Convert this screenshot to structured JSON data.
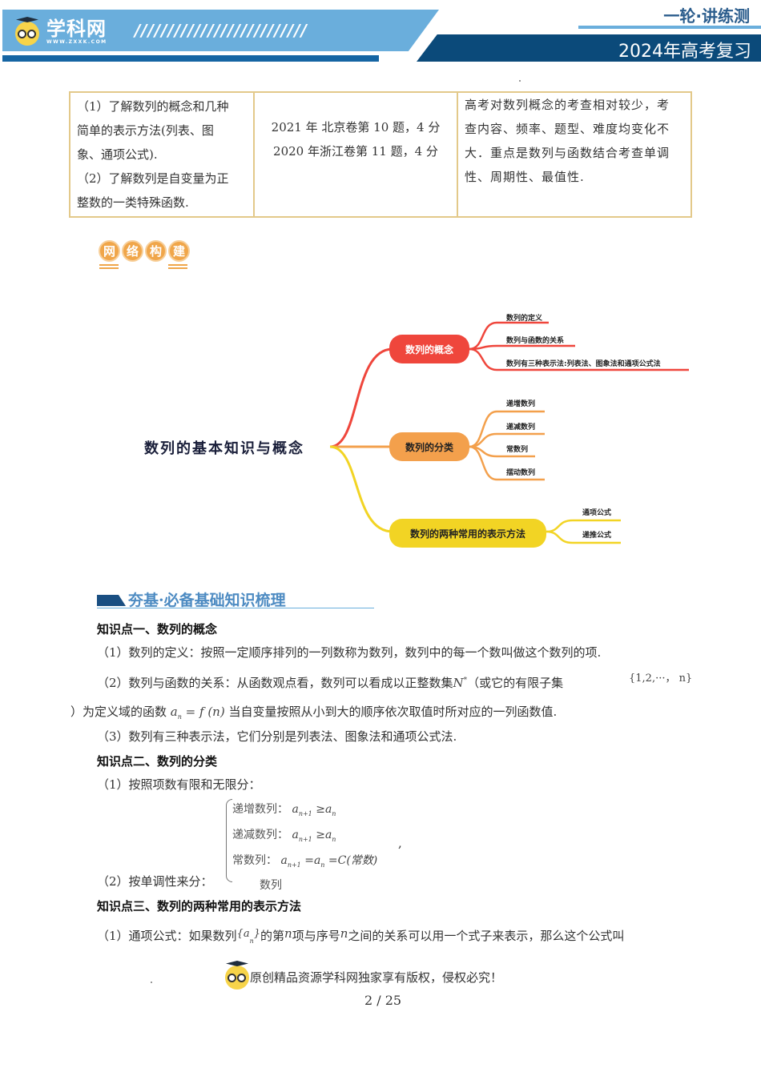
{
  "header": {
    "logo_text": "学科网",
    "logo_url": "WWW.ZXXK.COM",
    "slashes": "//////////////////////////",
    "series_title": "一轮·讲练测",
    "year_title": "2024年高考复习",
    "colors": {
      "light_blue": "#6aaedc",
      "dark_blue": "#0b4a7a"
    }
  },
  "exam_table": {
    "border_color": "#e3c98a",
    "col1_lines": [
      "（1）了解数列的概念和几种",
      "简单的表示方法(列表、图",
      "象、通项公式).",
      "（2）了解数列是自变量为正",
      "整数的一类特殊函数."
    ],
    "col2_lines": [
      "2021 年  北京卷第 10 题，4 分",
      "2020 年浙江卷第 11 题，4 分"
    ],
    "col3_lines": [
      "高考对数列概念的考查相对较少，考",
      "查内容、频率、题型、难度均变化不",
      "大．重点是数列与函数结合考查单调",
      "性、周期性、最值性."
    ]
  },
  "network_badge": {
    "chars": [
      "网",
      "络",
      "构",
      "建"
    ],
    "color": "#f0a64a"
  },
  "mindmap": {
    "root": "数列的基本知识与概念",
    "branches": [
      {
        "label": "数列的概念",
        "color": "#ef463c",
        "leaves": [
          "数列的定义",
          "数列与函数的关系",
          "数列有三种表示法:列表法、图象法和通项公式法"
        ]
      },
      {
        "label": "数列的分类",
        "color": "#f3a04c",
        "leaves": [
          "递增数列",
          "递减数列",
          "常数列",
          "摆动数列"
        ]
      },
      {
        "label": "数列的两种常用的表示方法",
        "color": "#f2d424",
        "leaves": [
          "通项公式",
          "递推公式"
        ]
      }
    ]
  },
  "section": {
    "title": "夯基·必备基础知识梳理"
  },
  "kp1": {
    "title": "知识点一、数列的概念",
    "p1": "（1）数列的定义：按照一定顺序排列的一列数称为数列，数列中的每一个数叫做这个数列的项.",
    "p2_a": "（2）数列与函数的关系：从函数观点看，数列可以看成以正整数集",
    "p2_N": "N",
    "p2_star": "*",
    "p2_b": "（或它的有限子集",
    "p2_set": "{1,2,···， n}",
    "p2_c": "）为定义域的函数",
    "p2_an": "a",
    "p2_n": "n",
    "p2_eq": " = f (n)",
    "p2_d": "当自变量按照从小到大的顺序依次取值时所对应的一列函数值.",
    "p3": "（3）数列有三种表示法，它们分别是列表法、图象法和通项公式法."
  },
  "kp2": {
    "title": "知识点二、数列的分类",
    "p1": "（1）按照项数有限和无限分：",
    "p2": "（2）按单调性来分：",
    "cases": [
      {
        "label": "递增数列：",
        "formula": "a",
        "sub1": "n+1",
        "rel": " ≥a",
        "sub2": "n",
        "tail": ""
      },
      {
        "label": "递减数列：",
        "formula": "a",
        "sub1": "n+1",
        "rel": " ≥a",
        "sub2": "n",
        "tail": ""
      },
      {
        "label": "常数列：",
        "formula": "a",
        "sub1": "n+1",
        "rel": " =a",
        "sub2": "n",
        "tail": " =C(常数)"
      },
      {
        "label": "数列",
        "formula": "",
        "sub1": "",
        "rel": "",
        "sub2": "",
        "tail": ""
      }
    ],
    "comma": ","
  },
  "kp3": {
    "title": "知识点三、数列的两种常用的表示方法",
    "p1_a": "（1）通项公式：如果数列",
    "p1_seq": "{a",
    "p1_seq_sub": "n",
    "p1_seq_close": "}",
    "p1_b": "的第",
    "p1_n1": "n",
    "p1_c": "项与序号",
    "p1_n2": "n",
    "p1_d": "之间的关系可以用一个式子来表示，那么这个公式叫"
  },
  "footer": {
    "copyright": "原创精品资源学科网独家享有版权，侵权必究！",
    "page": "2 / 25"
  }
}
